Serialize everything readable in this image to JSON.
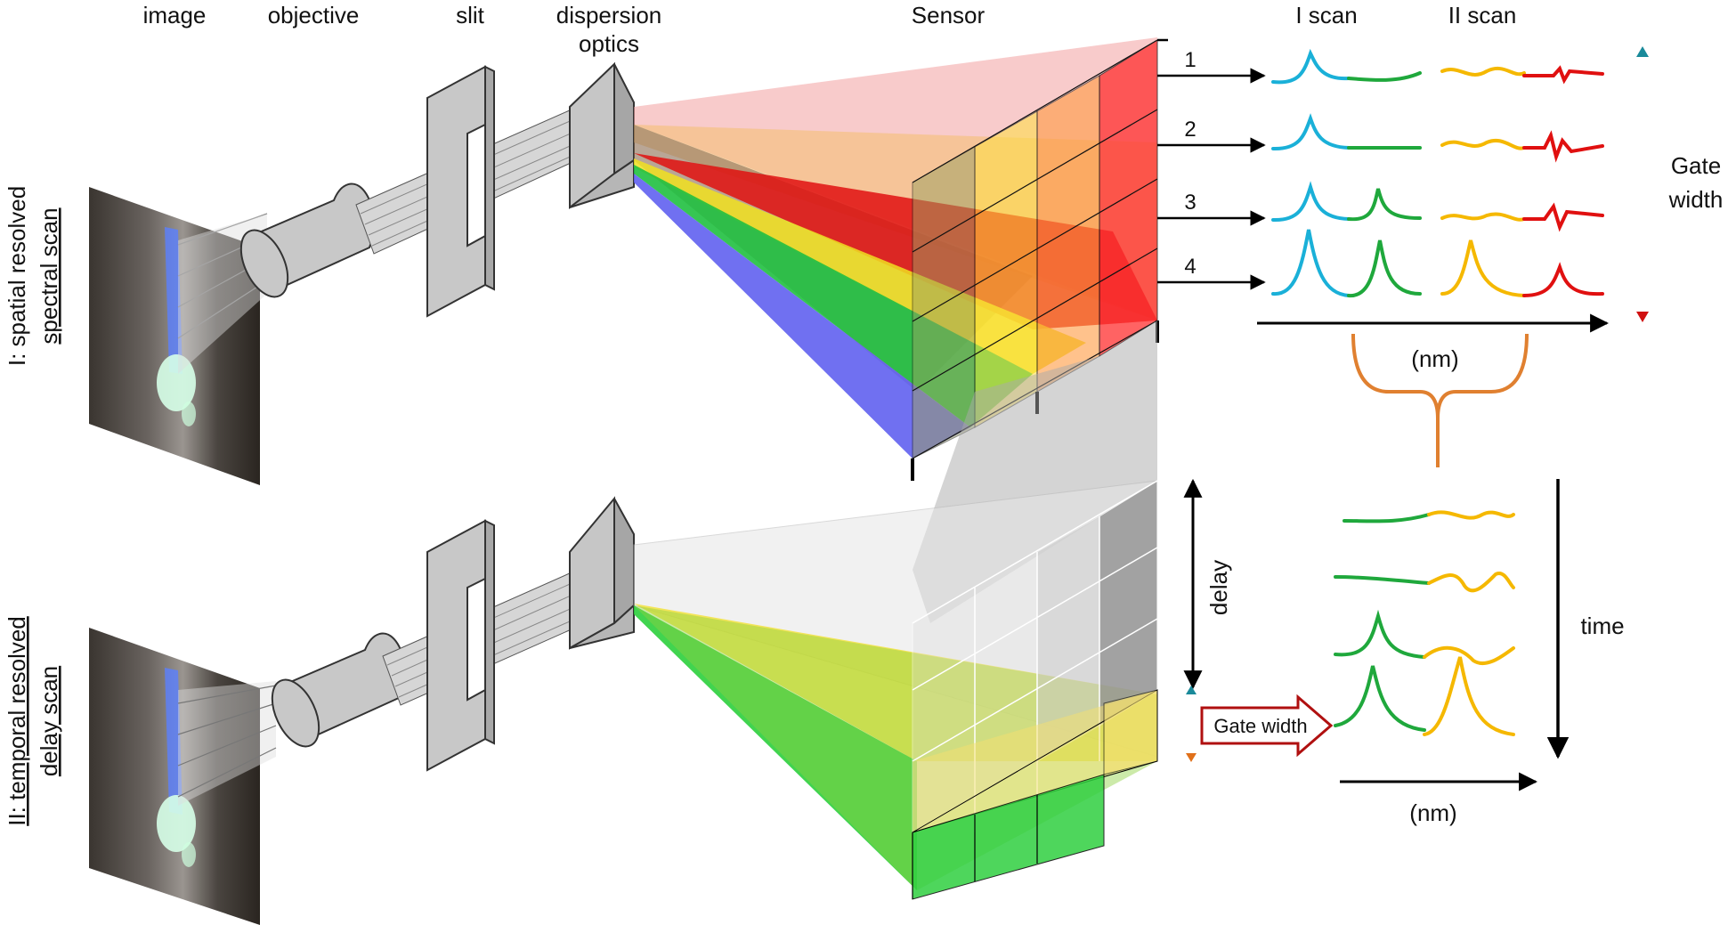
{
  "column_headers": {
    "image": "image",
    "objective": "objective",
    "slit": "slit",
    "dispersion_line1": "dispersion",
    "dispersion_line2": "optics",
    "sensor": "Sensor",
    "scan1": "I scan",
    "scan2": "II scan"
  },
  "section1": {
    "title_line1": "I: spatial resolved",
    "title_line2": "spectral scan"
  },
  "section2": {
    "title_line1": "II: temporal resolved",
    "title_line2": "delay scan"
  },
  "rows": [
    "1",
    "2",
    "3",
    "4"
  ],
  "gate_width_top_line1": "Gate",
  "gate_width_top_line2": "width",
  "nm_top": "(nm)",
  "nm_bottom": "(nm)",
  "delay": "delay",
  "time": "time",
  "gate_width_arrow": "Gate width",
  "colors": {
    "blue_spectrum": "#1ab0d8",
    "green_spectrum": "#1fa83c",
    "yellow_spectrum": "#f5b800",
    "red_spectrum": "#e01010",
    "brace": "#e08030",
    "arrow_outline": "#b01010"
  },
  "icons": [
    "lens-icon",
    "slit-icon",
    "prism-icon",
    "sensor-cube-icon"
  ]
}
